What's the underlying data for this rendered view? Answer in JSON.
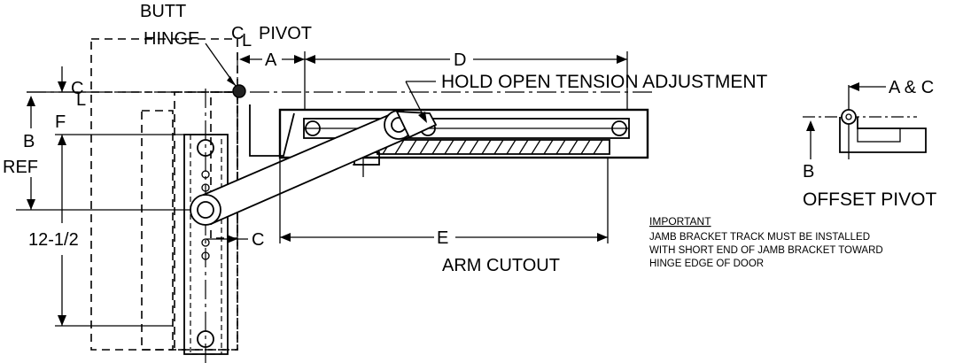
{
  "labels": {
    "butt_hinge_line1": "BUTT",
    "butt_hinge_line2": "HINGE",
    "cl_pivot_c": "C",
    "cl_pivot_l": "L",
    "pivot": "PIVOT",
    "dim_a": "A",
    "dim_d": "D",
    "hold_open": "HOLD OPEN TENSION ADJUSTMENT",
    "cl_left_c": "C",
    "cl_left_l": "L",
    "dim_b": "B",
    "ref": "REF",
    "dim_f": "F",
    "dim_12_half": "12-1/2",
    "dim_c": "C",
    "dim_e": "E",
    "arm_cutout": "ARM CUTOUT"
  },
  "offset_pivot": {
    "dim_a_c": "A & C",
    "dim_b": "B",
    "title": "OFFSET PIVOT"
  },
  "note": {
    "heading": "IMPORTANT",
    "line1": "JAMB BRACKET TRACK MUST BE INSTALLED",
    "line2": "WITH SHORT END OF JAMB BRACKET TOWARD",
    "line3": "HINGE EDGE OF DOOR"
  }
}
